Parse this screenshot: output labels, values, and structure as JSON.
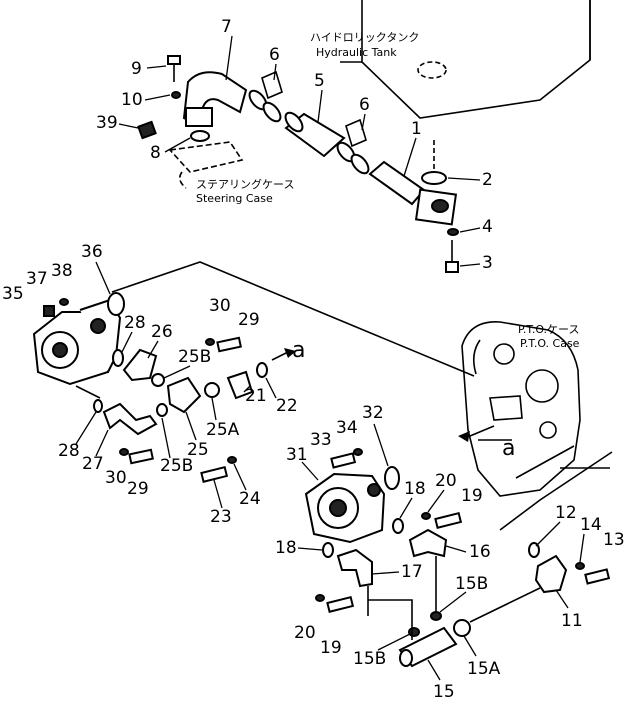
{
  "captions": {
    "tank_jp": "ハイドロリックタンク",
    "tank_en": "Hydraulic Tank",
    "steering_jp": "ステアリングケース",
    "steering_en": "Steering Case",
    "pto_jp": "P.T.O.ケース",
    "pto_en": "P.T.O. Case",
    "ref_a1": "a",
    "ref_a2": "a"
  },
  "callouts": [
    {
      "id": "c1",
      "text": "1"
    },
    {
      "id": "c2",
      "text": "2"
    },
    {
      "id": "c3",
      "text": "3"
    },
    {
      "id": "c4",
      "text": "4"
    },
    {
      "id": "c5",
      "text": "5"
    },
    {
      "id": "c6a",
      "text": "6"
    },
    {
      "id": "c6b",
      "text": "6"
    },
    {
      "id": "c7",
      "text": "7"
    },
    {
      "id": "c8",
      "text": "8"
    },
    {
      "id": "c9",
      "text": "9"
    },
    {
      "id": "c10",
      "text": "10"
    },
    {
      "id": "c39",
      "text": "39"
    },
    {
      "id": "c36",
      "text": "36"
    },
    {
      "id": "c37",
      "text": "37"
    },
    {
      "id": "c38",
      "text": "38"
    },
    {
      "id": "c35",
      "text": "35"
    },
    {
      "id": "c28a",
      "text": "28"
    },
    {
      "id": "c26",
      "text": "26"
    },
    {
      "id": "c30a",
      "text": "30"
    },
    {
      "id": "c29a",
      "text": "29"
    },
    {
      "id": "c25b1",
      "text": "25B"
    },
    {
      "id": "c22",
      "text": "22"
    },
    {
      "id": "c21",
      "text": "21"
    },
    {
      "id": "c25a",
      "text": "25A"
    },
    {
      "id": "c25",
      "text": "25"
    },
    {
      "id": "c25b2",
      "text": "25B"
    },
    {
      "id": "c28b",
      "text": "28"
    },
    {
      "id": "c27",
      "text": "27"
    },
    {
      "id": "c30b",
      "text": "30"
    },
    {
      "id": "c29b",
      "text": "29"
    },
    {
      "id": "c24",
      "text": "24"
    },
    {
      "id": "c23",
      "text": "23"
    },
    {
      "id": "c33",
      "text": "33"
    },
    {
      "id": "c34",
      "text": "34"
    },
    {
      "id": "c32",
      "text": "32"
    },
    {
      "id": "c31",
      "text": "31"
    },
    {
      "id": "c18a",
      "text": "18"
    },
    {
      "id": "c20a",
      "text": "20"
    },
    {
      "id": "c19a",
      "text": "19"
    },
    {
      "id": "c16",
      "text": "16"
    },
    {
      "id": "c18b",
      "text": "18"
    },
    {
      "id": "c17",
      "text": "17"
    },
    {
      "id": "c12",
      "text": "12"
    },
    {
      "id": "c14",
      "text": "14"
    },
    {
      "id": "c13",
      "text": "13"
    },
    {
      "id": "c11",
      "text": "11"
    },
    {
      "id": "c15b1",
      "text": "15B"
    },
    {
      "id": "c20b",
      "text": "20"
    },
    {
      "id": "c19b",
      "text": "19"
    },
    {
      "id": "c15b2",
      "text": "15B"
    },
    {
      "id": "c15a",
      "text": "15A"
    },
    {
      "id": "c15",
      "text": "15"
    }
  ]
}
